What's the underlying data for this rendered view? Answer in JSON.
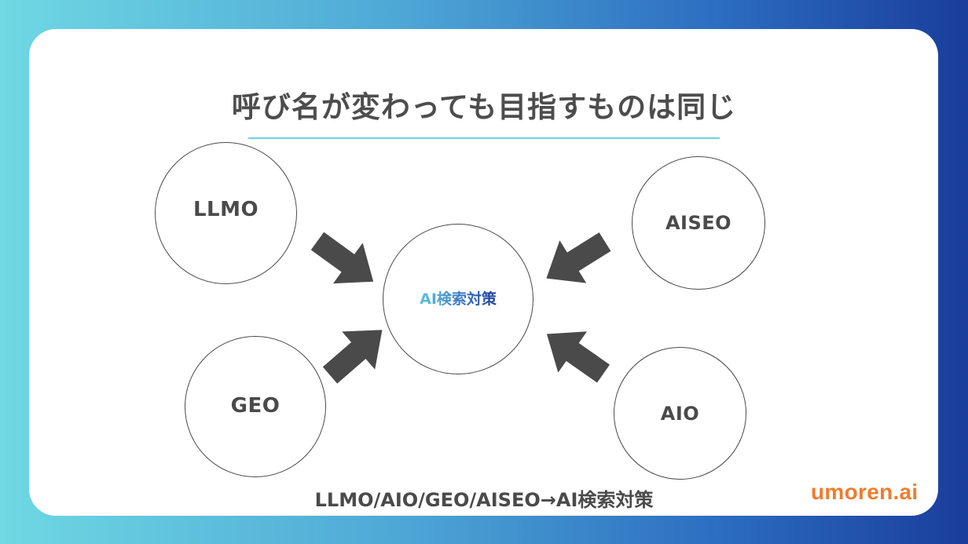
{
  "title": "呼び名が変わっても目指すものは同じ",
  "center": {
    "label": "AI検索対策"
  },
  "nodes": {
    "llmo": "LLMO",
    "aiseo": "AISEO",
    "geo": "GEO",
    "aio": "AIO"
  },
  "footer": "LLMO/AIO/GEO/AISEO→AI検索対策",
  "logo": "umoren.ai",
  "colors": {
    "title_underline": "#6cd2e2",
    "arrow": "#4a4a4a",
    "logo": "#f07c2e",
    "background_gradient_start": "#6fd8e3",
    "background_gradient_end": "#1a3d9c"
  }
}
